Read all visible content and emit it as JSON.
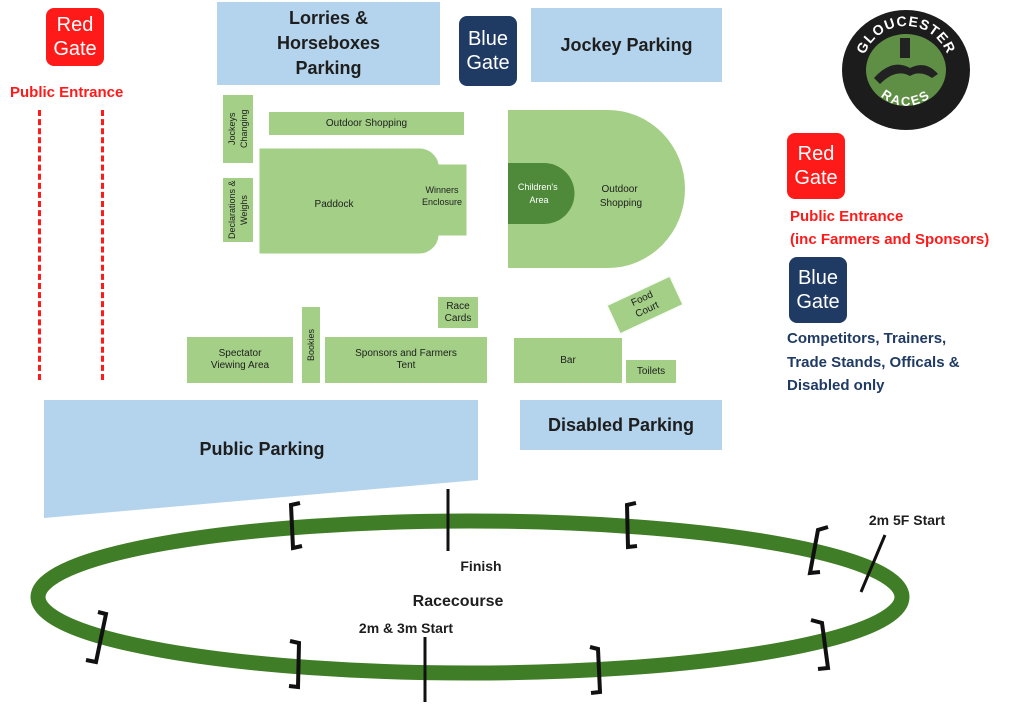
{
  "gates": {
    "red_left": "Red\nGate",
    "red_left_caption": "Public Entrance",
    "blue_top": "Blue\nGate",
    "red_legend": "Red\nGate",
    "red_legend_caption_1": "Public Entrance",
    "red_legend_caption_2": "(inc Farmers and Sponsors)",
    "blue_legend": "Blue\nGate",
    "blue_legend_caption_1": "Competitors, Trainers,",
    "blue_legend_caption_2": "Trade Stands, Officals &",
    "blue_legend_caption_3": "Disabled only"
  },
  "parking": {
    "lorries_line1": "Lorries &",
    "lorries_line2": "Horseboxes",
    "lorries_line3": "Parking",
    "jockey": "Jockey Parking",
    "public": "Public Parking",
    "disabled": "Disabled Parking"
  },
  "areas": {
    "jockeys_changing": "Jockeys Changing",
    "outdoor_shopping_top": "Outdoor Shopping",
    "declarations": "Declarations & Weighs",
    "paddock": "Paddock",
    "winners_enclosure": "Winners Enclosure",
    "childrens_area": "Children's Area",
    "outdoor_shopping_right": "Outdoor Shopping",
    "race_cards": "Race Cards",
    "food_court": "Food Court",
    "spectator_viewing": "Spectator Viewing Area",
    "bookies": "Bookies",
    "sponsors_tent": "Sponsors and Farmers Tent",
    "bar": "Bar",
    "toilets": "Toilets"
  },
  "course": {
    "racecourse": "Racecourse",
    "finish": "Finish",
    "start_2m_3m": "2m & 3m Start",
    "start_2m5f": "2m 5F Start"
  },
  "logo": {
    "top_text": "GLOUCESTER",
    "bottom_text": "RACES"
  },
  "colors": {
    "track_green": "#3f7d26",
    "area_green": "#a3cf86",
    "dark_green": "#4e8a3a",
    "parking_blue": "#b4d3ec",
    "red_gate": "#ff1a1a",
    "blue_gate": "#1f3a63"
  }
}
